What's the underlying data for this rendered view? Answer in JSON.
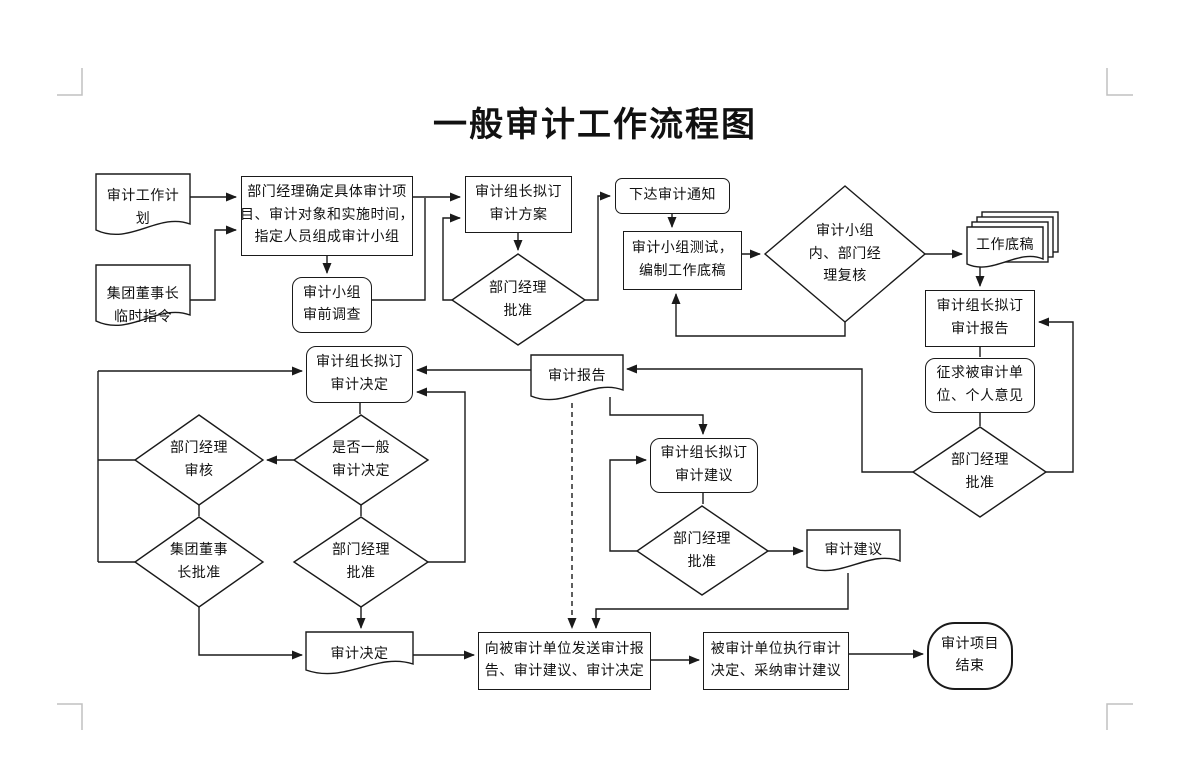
{
  "page": {
    "title": "一般审计工作流程图"
  },
  "colors": {
    "line": "#1a1a1a",
    "crop_mark": "#c0c0c0",
    "background": "#ffffff"
  },
  "nodes": {
    "audit_work_plan": {
      "shape": "document",
      "label": "审计工作计\n划"
    },
    "chairman_directive": {
      "shape": "document",
      "label": "集团董事长\n临时指令"
    },
    "manager_define_project": {
      "shape": "process",
      "label": "部门经理确定具体审计项\n目、审计对象和实施时间，\n指定人员组成审计小组"
    },
    "team_pre_survey": {
      "shape": "rounded-process",
      "label": "审计小组\n审前调查"
    },
    "leader_draft_scheme": {
      "shape": "process",
      "label": "审计组长拟订\n审计方案"
    },
    "manager_approve_scheme": {
      "shape": "decision",
      "label": "部门经理\n批准"
    },
    "issue_audit_notice": {
      "shape": "rounded-process",
      "label": "下达审计通知"
    },
    "team_test_papers": {
      "shape": "process",
      "label": "审计小组测试，\n编制工作底稿"
    },
    "team_manager_review": {
      "shape": "decision",
      "label": "审计小组\n内、部门经\n理复核"
    },
    "working_papers": {
      "shape": "multi-document",
      "label": "工作底稿"
    },
    "leader_draft_report": {
      "shape": "process",
      "label": "审计组长拟订\n审计报告"
    },
    "consult_auditee": {
      "shape": "rounded-process",
      "label": "征求被审计单\n位、个人意见"
    },
    "manager_approve_report": {
      "shape": "decision",
      "label": "部门经理\n批准"
    },
    "audit_report": {
      "shape": "document",
      "label": "审计报告"
    },
    "leader_draft_decision": {
      "shape": "rounded-process",
      "label": "审计组长拟订\n审计决定"
    },
    "is_general_decision": {
      "shape": "decision",
      "label": "是否一般\n审计决定"
    },
    "manager_check": {
      "shape": "decision",
      "label": "部门经理\n审核"
    },
    "chairman_approve": {
      "shape": "decision",
      "label": "集团董事\n长批准"
    },
    "manager_approve_decision": {
      "shape": "decision",
      "label": "部门经理\n批准"
    },
    "audit_decision": {
      "shape": "document",
      "label": "审计决定"
    },
    "leader_draft_suggestion": {
      "shape": "rounded-process",
      "label": "审计组长拟订\n审计建议"
    },
    "manager_approve_suggestion": {
      "shape": "decision",
      "label": "部门经理\n批准"
    },
    "audit_suggestion": {
      "shape": "document",
      "label": "审计建议"
    },
    "send_to_auditee": {
      "shape": "process",
      "label": "向被审计单位发送审计报\n告、审计建议、审计决定"
    },
    "auditee_execute": {
      "shape": "process",
      "label": "被审计单位执行审计\n决定、采纳审计建议"
    },
    "audit_project_end": {
      "shape": "terminator",
      "label": "审计项目\n结束"
    }
  }
}
